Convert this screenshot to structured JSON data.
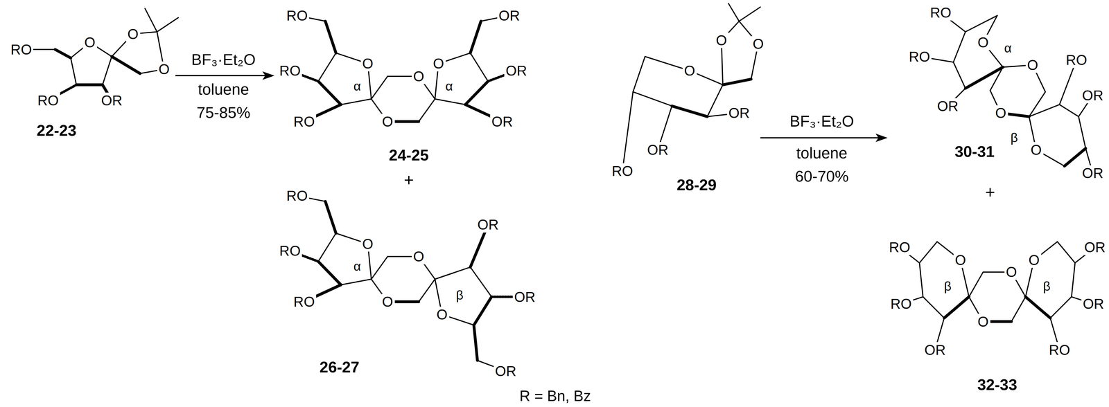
{
  "diagram": {
    "labels": [
      "RO",
      "O",
      "O",
      "O",
      "RO",
      "OR",
      "22-23",
      "BF₃·Et₂O",
      "toluene",
      "75-85%",
      "RO",
      "RO",
      "O",
      "α",
      "O",
      "OR",
      "OR",
      "α",
      "RO",
      "O",
      "O",
      "OR",
      "24-25",
      "+",
      "RO",
      "RO",
      "O",
      "α",
      "O",
      "OR",
      "OR",
      "RO",
      "O",
      "β",
      "O",
      "OR",
      "26-27",
      "O",
      "O",
      "O",
      "OR",
      "OR",
      "RO",
      "28-29",
      "BF₃·Et₂O",
      "toluene",
      "60-70%",
      "RO",
      "RO",
      "O",
      "α",
      "O",
      "RO",
      "OR",
      "OR",
      "β",
      "O",
      "O",
      "OR",
      "30-31",
      "+",
      "RO",
      "OR",
      "O",
      "O",
      "O",
      "RO",
      "β",
      "β",
      "OR",
      "O",
      "OR",
      "RO",
      "32-33",
      "R = Bn, Bz"
    ]
  }
}
